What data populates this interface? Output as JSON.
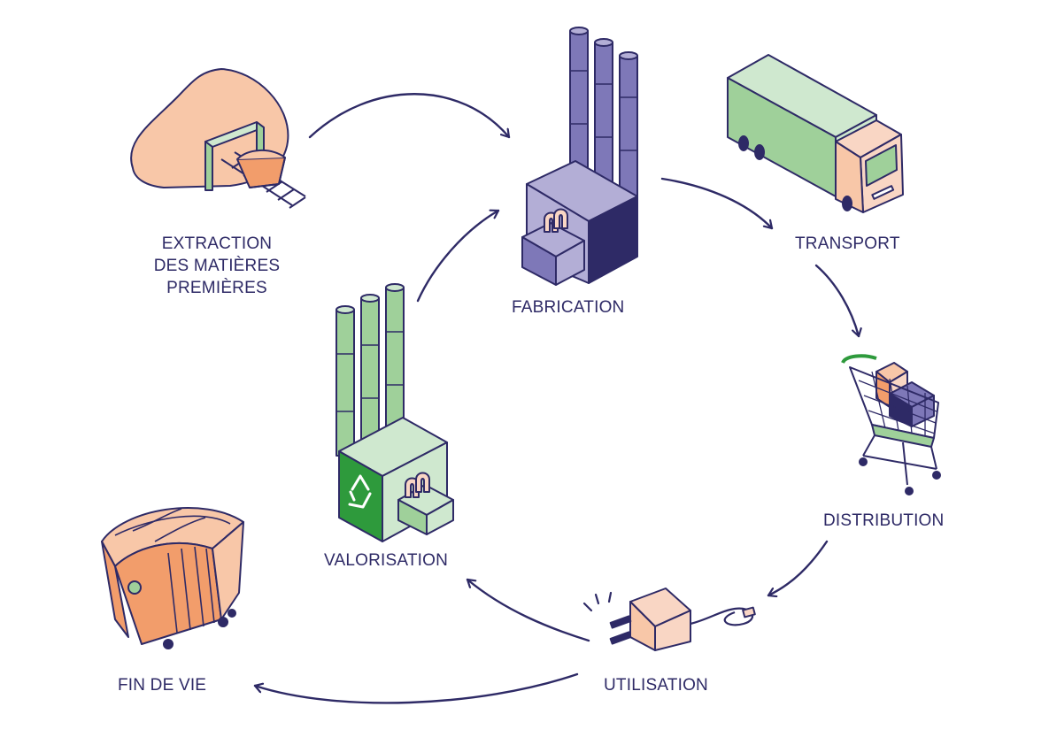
{
  "stages": {
    "extraction": {
      "line1": "EXTRACTION",
      "line2": "DES MATIÈRES",
      "line3": "PREMIÈRES"
    },
    "fabrication": "FABRICATION",
    "transport": "TRANSPORT",
    "distribution": "DISTRIBUTION",
    "utilisation": "UTILISATION",
    "valorisation": "VALORISATION",
    "fin_de_vie": "FIN DE VIE"
  },
  "icons": {
    "extraction": "mine-icon",
    "fabrication": "factory-icon",
    "transport": "truck-icon",
    "distribution": "shopping-cart-icon",
    "utilisation": "power-plug-icon",
    "valorisation": "recycling-plant-icon",
    "fin_de_vie": "waste-container-icon"
  },
  "colors": {
    "ink": "#2e2a66",
    "peach": "#f8c7a8",
    "orange": "#f29d6b",
    "purple_light": "#b3aed6",
    "purple": "#7e78b8",
    "purple_dark": "#2e2a66",
    "green_light": "#cfe8cf",
    "green": "#9fd09a",
    "green_dark": "#2e9a3c",
    "pink": "#f9d6c4"
  }
}
